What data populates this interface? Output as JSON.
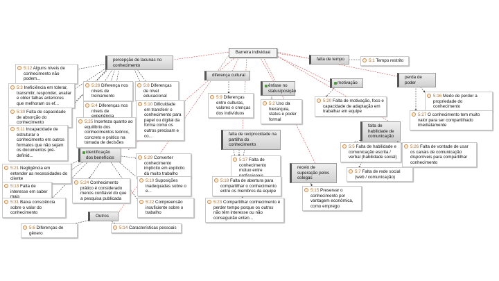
{
  "root": {
    "label": "Barreira individual"
  },
  "categories": {
    "lacunas": "percepção de lacunas no conhecimento",
    "diferenca_cultural": "diferença cultural",
    "falta_tempo": "falta de tempo",
    "perda_poder": "perda de poder",
    "motivacao": "motivação",
    "enfase_status": "ênfase no status/posição",
    "reciprocidade": "falta de reciprocidade na partilha do conhecimento",
    "habilidade": "falta de habilidade de comunicação",
    "receio": "receio de superação pelos colegas",
    "beneficios": "identificação dos benefícios",
    "outros": "Outros"
  },
  "quotes": {
    "q5_12": {
      "id": "5:12",
      "text": "Alguns níveis de conhecimento não podem..."
    },
    "q5_28": {
      "id": "5:28",
      "text": "Diferença nos níveis de treinamento"
    },
    "q5_8": {
      "id": "5:8",
      "text": "Diferenças de nível educacional"
    },
    "q5_3": {
      "id": "5:3",
      "text": "Ineficiência em tolerar, transmitir, responder, avaliar e obter falhas anteriores que melhoram os ef..."
    },
    "q5_4": {
      "id": "5:4",
      "text": "Diferenças nos níveis de experiência"
    },
    "q5_30": {
      "id": "5:30",
      "text": "Falta de capacidade de absorção do conhecimento"
    },
    "q5_10": {
      "id": "5:10",
      "text": "Dificuldade em transferir o conhecimento para papel ou digital da forma como os outros precisam e co..."
    },
    "q5_11": {
      "id": "5:11",
      "text": "Incapacidade de estruturar o conhecimento em outros formatos que não sejam os documentos pré-definid..."
    },
    "q5_25": {
      "id": "5:25",
      "text": "Incerteza quanto ao equilíbrio dos conhecimentos teórico, concreto e prático na tomada de decisões"
    },
    "q5_9": {
      "id": "5:9",
      "text": "Diferenças entre culturas, valores e crenças dos indivíduos"
    },
    "q5_2": {
      "id": "5:2",
      "text": "Uso da hierarquia, status e poder formal"
    },
    "q5_20": {
      "id": "5:20",
      "text": "Falta de motivação, foco e capacidade de adaptação em trabalhar em equipe"
    },
    "q5_1": {
      "id": "5:1",
      "text": "Tempo restrito"
    },
    "q5_16": {
      "id": "5:16",
      "text": "Medo de perder a propriedade do conhecimento"
    },
    "q5_27": {
      "id": "5:27",
      "text": "O conhecimento tem muito valor para ser compartilhado imediatamente"
    },
    "q5_5": {
      "id": "5:5",
      "text": "Falta de habilidade e comunicação escrita / verbal (habilidade social)"
    },
    "q5_26": {
      "id": "5:26",
      "text": "Falta de vontade de usar os canais de comunicação disponíveis para compartilhar conhecimento"
    },
    "q5_7": {
      "id": "5:7",
      "text": "Falta de rede social (web / comunicação)"
    },
    "q5_17": {
      "id": "5:17",
      "text": "Falta de conhecimento mútuo entre profissionais"
    },
    "q5_18": {
      "id": "5:18",
      "text": "Falta de abertura para compartilhar o conhecimento entre os membros da equipe"
    },
    "q5_23": {
      "id": "5:23",
      "text": "Compartilhar conhecimento é perder tempo porque os outros não têm interesse ou não conseguirão enten..."
    },
    "q5_15": {
      "id": "5:15",
      "text": "Preservar o conhecimento por vantagem econômica, como emprego"
    },
    "q5_21": {
      "id": "5:21",
      "text": "Negligência em entender as necessidades do cliente"
    },
    "q5_13": {
      "id": "5:13",
      "text": "Falta de interesse em saber mais"
    },
    "q5_31": {
      "id": "5:31",
      "text": "Baixa consciência sobre o valor do conhecimento"
    },
    "q5_24": {
      "id": "5:24",
      "text": "Conhecimento prático é considerado menos confiável do que a pesquisa publicada"
    },
    "q5_29": {
      "id": "5:29",
      "text": "Converter conhecimento implícito em explícito dá muito trabalho"
    },
    "q5_19": {
      "id": "5:19",
      "text": "Suposições inadequadas sobre o e..."
    },
    "q5_22": {
      "id": "5:22",
      "text": "Compreensão insuficiente sobre o trabalho"
    },
    "q5_6": {
      "id": "5:6",
      "text": "Diferenças de gênero"
    },
    "q5_14": {
      "id": "5:14",
      "text": "Características pessoais"
    }
  },
  "colors": {
    "edge_red": "#d04848",
    "edge_dark": "#333333",
    "quote_id": "#b06b2c"
  }
}
